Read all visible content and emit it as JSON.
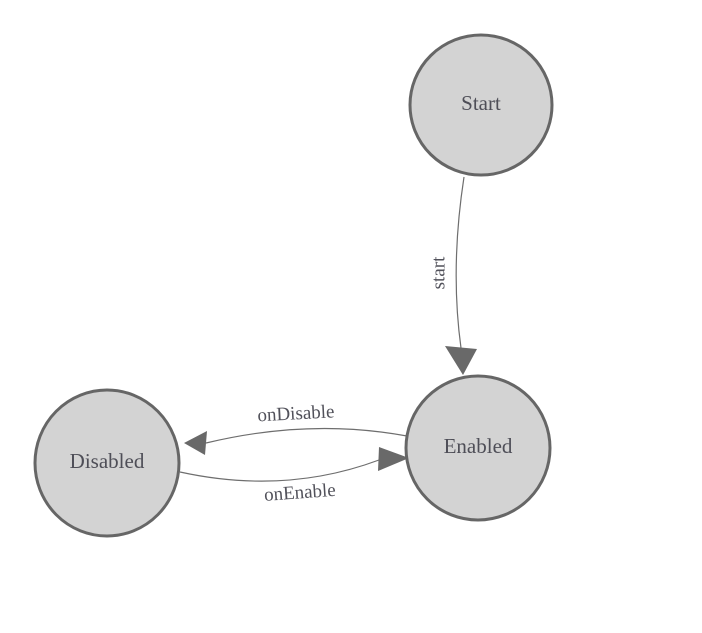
{
  "diagram": {
    "type": "state-machine",
    "colors": {
      "background": "#ffffff",
      "node_fill": "#d3d3d3",
      "node_stroke": "#666666",
      "edge_line": "#6e6e6e",
      "arrow_fill": "#696969",
      "node_label": "#4e4e57",
      "edge_label": "#51515a"
    },
    "nodes": [
      {
        "id": "start",
        "label": "Start"
      },
      {
        "id": "enabled",
        "label": "Enabled"
      },
      {
        "id": "disabled",
        "label": "Disabled"
      }
    ],
    "edges": [
      {
        "id": "start-to-enabled",
        "label": "start",
        "from": "Start",
        "to": "Enabled"
      },
      {
        "id": "enabled-to-disabled",
        "label": "onDisable",
        "from": "Enabled",
        "to": "Disabled"
      },
      {
        "id": "disabled-to-enabled",
        "label": "onEnable",
        "from": "Disabled",
        "to": "Enabled"
      }
    ]
  }
}
